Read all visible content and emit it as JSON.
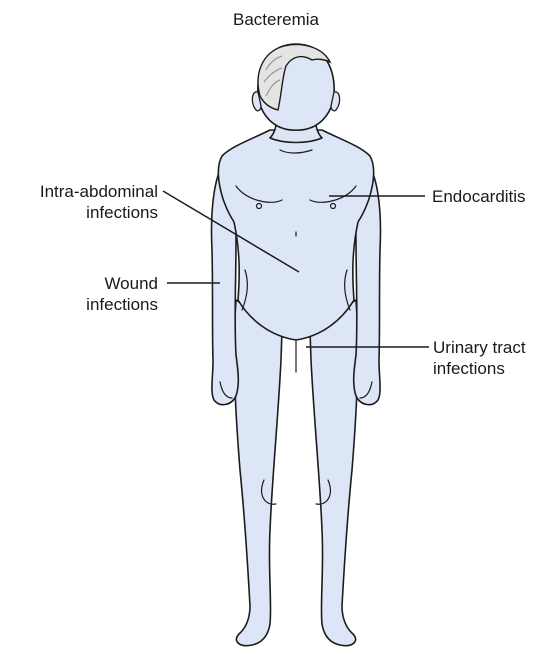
{
  "figure": {
    "title": "Bacteremia",
    "colors": {
      "skin": "#dde6f7",
      "outline": "#1c1c1c",
      "hair": "#e4e4e4",
      "hair_shade": "#9a9a9a",
      "leader": "#1c1c1c"
    },
    "labels": {
      "intra_abdominal_line1": "Intra-abdominal",
      "intra_abdominal_line2": "infections",
      "wound_line1": "Wound",
      "wound_line2": "infections",
      "endocarditis": "Endocarditis",
      "urinary_line1": "Urinary tract",
      "urinary_line2": "infections"
    }
  }
}
